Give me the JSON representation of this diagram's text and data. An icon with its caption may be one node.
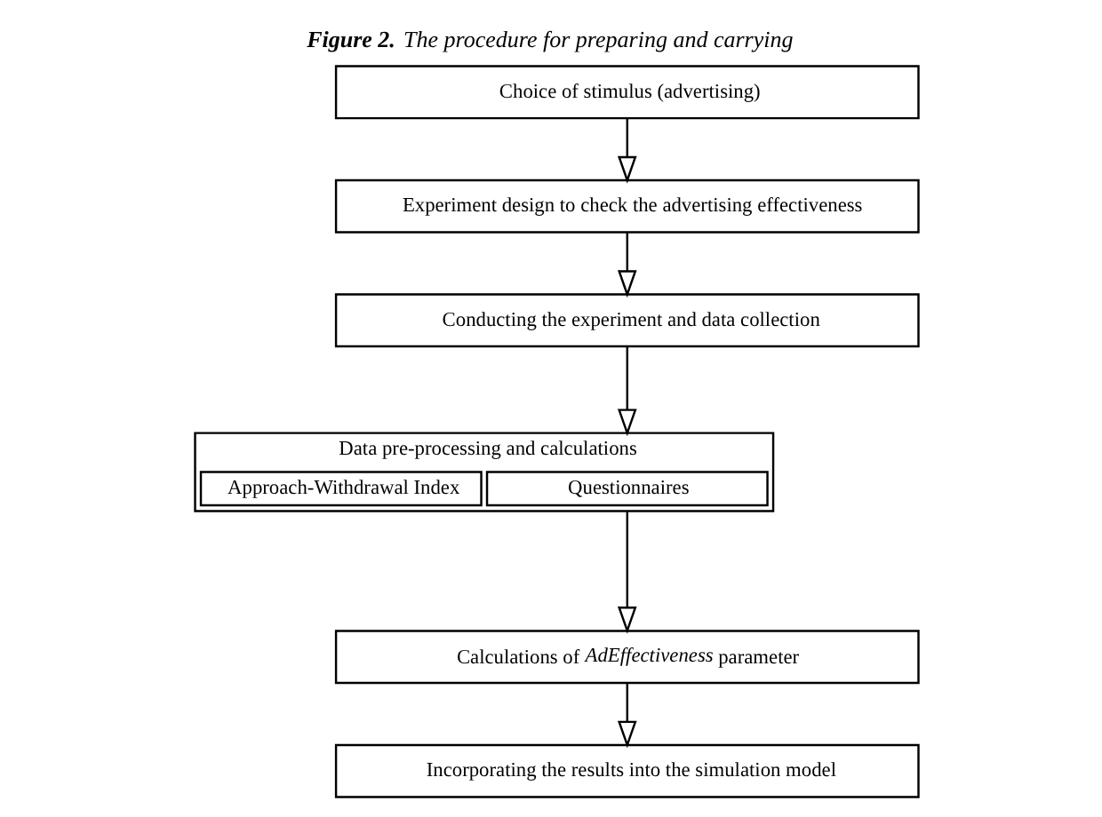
{
  "diagram": {
    "title": "**Figure 2.** The procedure for preparing and carrying",
    "nodes": [
      {
        "text": [
          "Choice of stimulus (advertising)"
        ]
      },
      {
        "text": [
          "Experiment design to check the advertising effectiveness"
        ]
      },
      {
        "text": [
          "Conducting the experiment and data collection"
        ]
      },
      {
        "text": [
          "Data pre-processing and calculations"
        ]
      },
      {
        "text": [
          "Questionnaires"
        ],
        "in": 3
      },
      {
        "text": [
          "Approach-Withdrawal Index"
        ],
        "in": 3
      },
      {
        "text": [
          "Calculations of *AdEffectiveness* parameter"
        ]
      },
      {
        "text": [
          "Incorporating the results into the simulation model"
        ]
      }
    ],
    "edges": [
      {
        "from": 0,
        "to": 1,
        "arrow": "to"
      },
      {
        "from": 1,
        "to": 2,
        "arrow": "to"
      },
      {
        "from": 2,
        "to": 3,
        "arrow": "to"
      },
      {
        "from": 3,
        "to": 6,
        "arrow": "to"
      },
      {
        "from": 6,
        "to": 7,
        "arrow": "to"
      }
    ]
  }
}
